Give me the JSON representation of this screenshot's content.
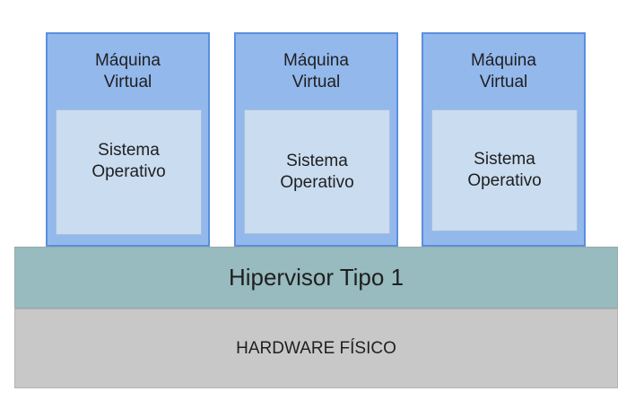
{
  "virtual_machines": [
    {
      "label": "Máquina\nVirtual",
      "os_label": "Sistema\nOperativo"
    },
    {
      "label": "Máquina\nVirtual",
      "os_label": "Sistema\nOperativo"
    },
    {
      "label": "Máquina\nVirtual",
      "os_label": "Sistema\nOperativo"
    }
  ],
  "hypervisor": {
    "label": "Hipervisor Tipo 1"
  },
  "hardware": {
    "label": "HARDWARE FÍSICO"
  },
  "colors": {
    "vm_fill": "#93b8ec",
    "vm_border": "#5b8fde",
    "os_fill": "#c9dcf0",
    "hypervisor_fill": "#97bbbe",
    "hardware_fill": "#c8c8c8"
  }
}
